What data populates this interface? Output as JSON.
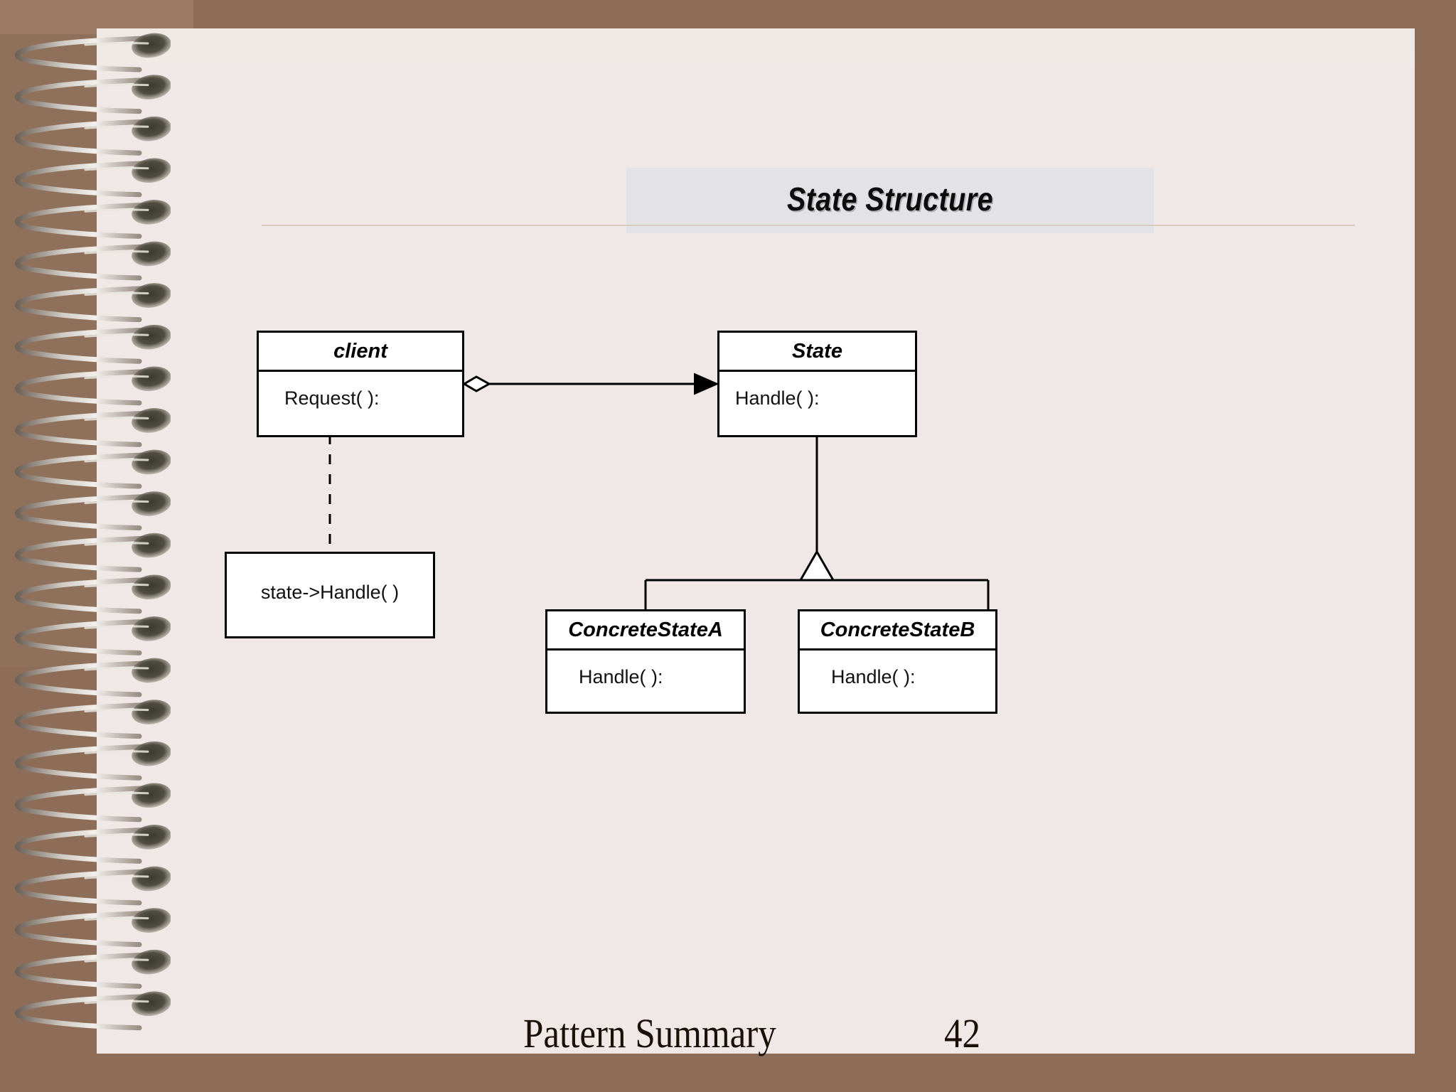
{
  "slide": {
    "title": "State Structure",
    "footer_title": "Pattern Summary",
    "page_number": "42"
  },
  "colors": {
    "background_brown": "#8d6d58",
    "page_paper": "#f0e8e6",
    "title_band": "#e3e2e7",
    "stroke": "#000000",
    "box_fill": "#ffffff",
    "rule": "#d8cdbf"
  },
  "diagram": {
    "type": "uml-class-diagram",
    "classes": [
      {
        "id": "client",
        "name": "client",
        "operations": [
          "Request( ):"
        ]
      },
      {
        "id": "state",
        "name": "State",
        "operations": [
          "Handle( ):"
        ]
      },
      {
        "id": "concrete_state_a",
        "name": "ConcreteStateA",
        "operations": [
          "Handle( ):"
        ]
      },
      {
        "id": "concrete_state_b",
        "name": "ConcreteStateB",
        "operations": [
          "Handle( ):"
        ]
      }
    ],
    "note": {
      "id": "note-state-handle",
      "text": "state->Handle( )",
      "anchored_to": "client.Request( ):"
    },
    "relationships": [
      {
        "kind": "aggregation",
        "from": "client",
        "to": "state",
        "source_decoration": "open-diamond",
        "target_decoration": "filled-arrow"
      },
      {
        "kind": "generalization",
        "from": "concrete_state_a",
        "to": "state",
        "target_decoration": "hollow-triangle"
      },
      {
        "kind": "generalization",
        "from": "concrete_state_b",
        "to": "state",
        "target_decoration": "hollow-triangle"
      },
      {
        "kind": "note-anchor",
        "from": "note-state-handle",
        "to": "client",
        "line_style": "dashed",
        "source_decoration": "small-circle"
      }
    ]
  },
  "binding": {
    "type": "spiral-wire-binding",
    "rings": 24
  }
}
